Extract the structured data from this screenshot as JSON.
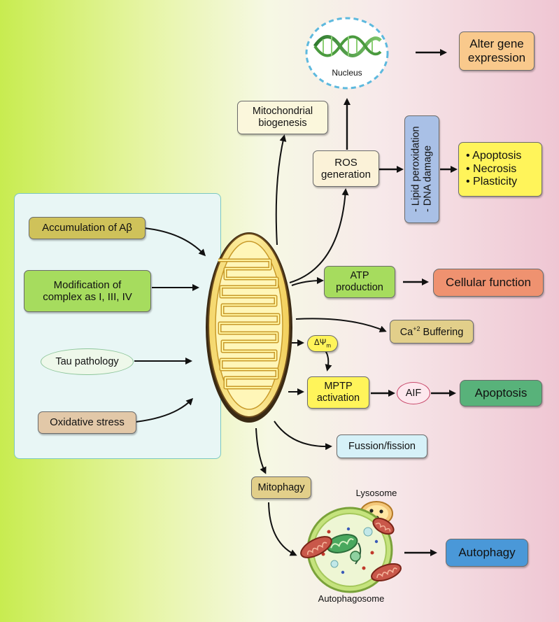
{
  "inputs": {
    "accumulation": "Accumulation of Aβ",
    "modification_line1": "Modification of",
    "modification_line2": "complex as I, III, IV",
    "tau": "Tau pathology",
    "oxidative": "Oxidative stress"
  },
  "outputs": {
    "biogenesis_line1": "Mitochondrial",
    "biogenesis_line2": "biogenesis",
    "nucleus": "Nucleus",
    "gene_line1": "Alter gene",
    "gene_line2": "expression",
    "ros_line1": "ROS",
    "ros_line2": "generation",
    "damage_line1": "- Lipid peroxidation",
    "damage_line2": "- DNA damage",
    "fate_1": "• Apoptosis",
    "fate_2": "• Necrosis",
    "fate_3": "• Plasticity",
    "atp_line1": "ATP",
    "atp_line2": "production",
    "cellular_function": "Cellular function",
    "ca_prefix": "Ca",
    "ca_sup": "+2",
    "ca_suffix": " Buffering",
    "delta_psi": "ΔΨ",
    "delta_psi_sub": "m",
    "mptp_line1": "MPTP",
    "mptp_line2": "activation",
    "aif": "AIF",
    "apoptosis": "Apoptosis",
    "fusion": "Fussion/fission",
    "mitophagy": "Mitophagy",
    "lysosome": "Lysosome",
    "autophagosome": "Autophagosome",
    "autophagy": "Autophagy"
  },
  "colors": {
    "olive": "#cfc25a",
    "green": "#a6dc5e",
    "tan": "#e2c8a8",
    "yellow": "#fff45a",
    "orange": "#f9c98c",
    "salmon": "#ef9270",
    "emerald": "#58b27a",
    "blue": "#4a98d8",
    "lavender": "#a9c0e6",
    "cyan": "#d6f1f8",
    "cream": "#fbf7dc",
    "khaki": "#e2cf8a"
  }
}
